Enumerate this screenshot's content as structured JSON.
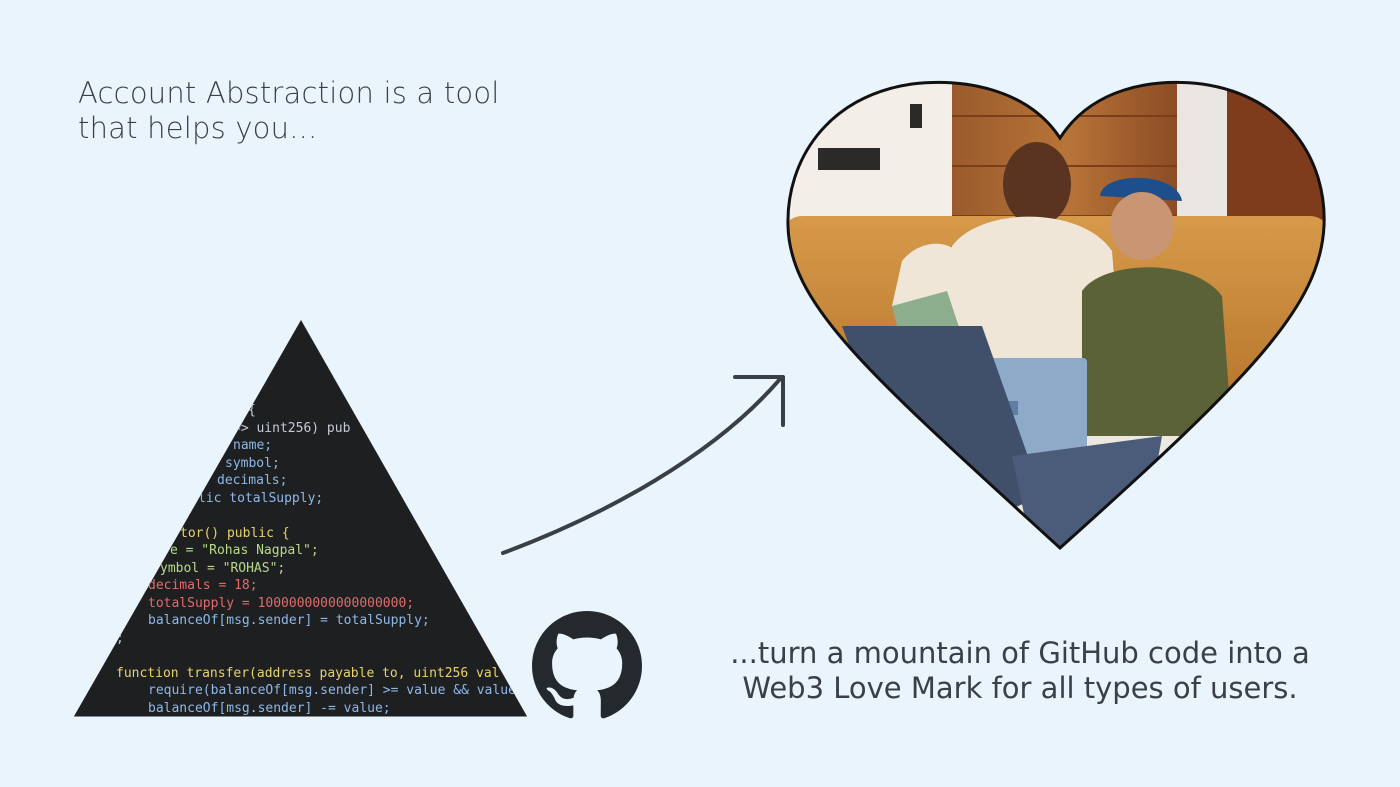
{
  "intro": {
    "lines": [
      "Account Abstraction is a tool",
      "that helps you..."
    ]
  },
  "outro": {
    "lines": [
      "...turn a mountain of GitHub code into a",
      "Web3 Love Mark for all types of users."
    ]
  },
  "code_mountain": {
    "code_lines": [
      "{",
      "=> uint256) pub",
      "name;",
      "symbol;",
      "decimals;",
      "lic totalSupply;",
      "",
      "tor() public {",
      "e = \"Rohas Nagpal\";",
      "ymbol = \"ROHAS\";",
      "decimals = 18;",
      "totalSupply = 1000000000000000000;",
      "balanceOf[msg.sender] = totalSupply;",
      ";",
      "",
      "function transfer(address payable to, uint256 val",
      "require(balanceOf[msg.sender] >= value && value",
      "balanceOf[msg.sender] -= value;"
    ]
  },
  "icons": {
    "github": "github-icon",
    "arrow": "curved-arrow-icon"
  },
  "colors": {
    "background": "#eaf4fd",
    "text": "#3b4048",
    "code_bg": "#1d1f21",
    "code_text": "#c5cbd6",
    "code_keyword": "#e8d36a",
    "code_string": "#b9d98a",
    "code_number": "#e06c6c",
    "code_type": "#8fb8e8",
    "github": "#24292e"
  }
}
